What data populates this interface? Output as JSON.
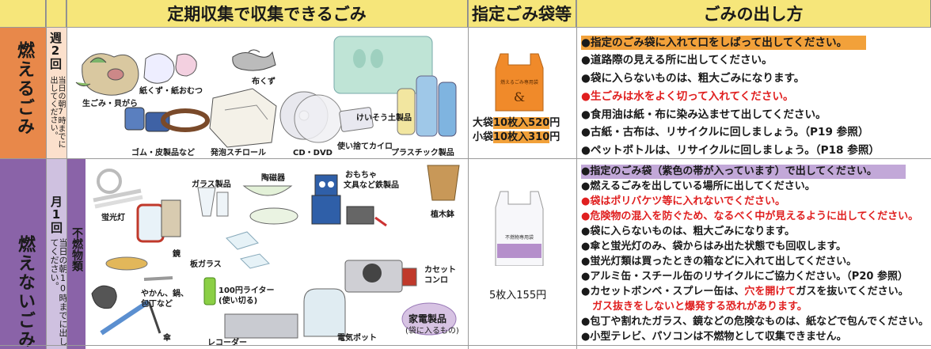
{
  "header": {
    "col_items": "定期収集で収集できるごみ",
    "col_bag": "指定ごみ袋等",
    "col_method": "ごみの出し方"
  },
  "burnable": {
    "title": "燃えるごみ",
    "freq_main": "週2回",
    "freq_note": "当日の朝7時までに出してください。",
    "items": {
      "kitchen": "生ごみ・貝がら",
      "paper": "紙くず・紙おむつ",
      "cloth": "布くず",
      "earth": "けいそう土製品",
      "rubber": "ゴム・皮製品など",
      "styro": "発泡スチロール",
      "cd": "CD・DVD",
      "kairo": "使い捨てカイロ",
      "plastic": "プラスチック製品"
    },
    "bag_label": "燃えるごみ専用袋",
    "bag_large_prefix": "大袋",
    "bag_large_hl": "10枚入520",
    "bag_large_suffix": "円",
    "bag_small_prefix": "小袋",
    "bag_small_hl": "10枚入310",
    "bag_small_suffix": "円",
    "rules": [
      "●指定のごみ袋に入れて口をしばって出してください。",
      "●道路際の見える所に出してください。",
      "●袋に入らないものは、粗大ごみになります。",
      "●生ごみは水をよく切って入れてください。",
      "●食用油は紙・布に染み込ませて出してください。",
      "●古紙・古布は、リサイクルに回しましょう。（P19 参照）",
      "●ペットボトルは、リサイクルに回しましょう。（P18 参照）"
    ]
  },
  "nonburnable": {
    "title": "燃えないごみ",
    "freq_main": "月1回",
    "freq_note": "当日の朝10時までに出してください。",
    "sub": "不燃物類",
    "items": {
      "fluor": "蛍光灯",
      "glass": "ガラス製品",
      "ceramic": "陶磁器",
      "toy": "おもちゃ",
      "stationery": "文具など鉄製品",
      "pot": "植木鉢",
      "mirror": "鏡",
      "plate_glass": "板ガラス",
      "cassette1": "カセット",
      "cassette2": "コンロ",
      "kettle1": "やかん、鍋、",
      "kettle2": "包丁など",
      "lighter1": "100円ライター",
      "lighter2": "(使い切る)",
      "appliance1": "家電製品",
      "appliance2": "(袋に入るもの)",
      "umbrella": "傘",
      "recorder": "レコーダー",
      "potelec": "電気ポット"
    },
    "bag_label": "不燃物専用袋",
    "bag_price": "5枚入155円",
    "rules": [
      "●指定のごみ袋（紫色の帯が入っています）で出してください。",
      "●燃えるごみを出している場所に出してください。",
      "●袋はポリバケツ等に入れないでください。",
      "●危険物の混入を防ぐため、なるべく中が見えるように出してください。",
      "●袋に入らないものは、粗大ごみになります。",
      "●傘と蛍光灯のみ、袋からはみ出た状態でも回収します。",
      "●蛍光灯類は買ったときの箱などに入れて出してください。",
      "●アルミ缶・スチール缶のリサイクルにご協力ください。（P20 参照）",
      "●カセットボンベ・スプレー缶は、",
      "穴を開けて",
      "ガスを抜いてください。",
      "ガス抜きをしないと爆発する恐れがあります。",
      "●包丁や割れたガラス、鏡などの危険なものは、紙などで包んでください。",
      "●小型テレビ、パソコンは不燃物として収集できません。"
    ]
  },
  "colors": {
    "header_bg": "#f6e67a",
    "burnable_accent": "#e8884a",
    "burnable_bg": "#fbe0cc",
    "nonburnable_accent": "#8a63a8",
    "nonburnable_bg": "#cfc1e0",
    "rule_red": "#e01f1f"
  }
}
